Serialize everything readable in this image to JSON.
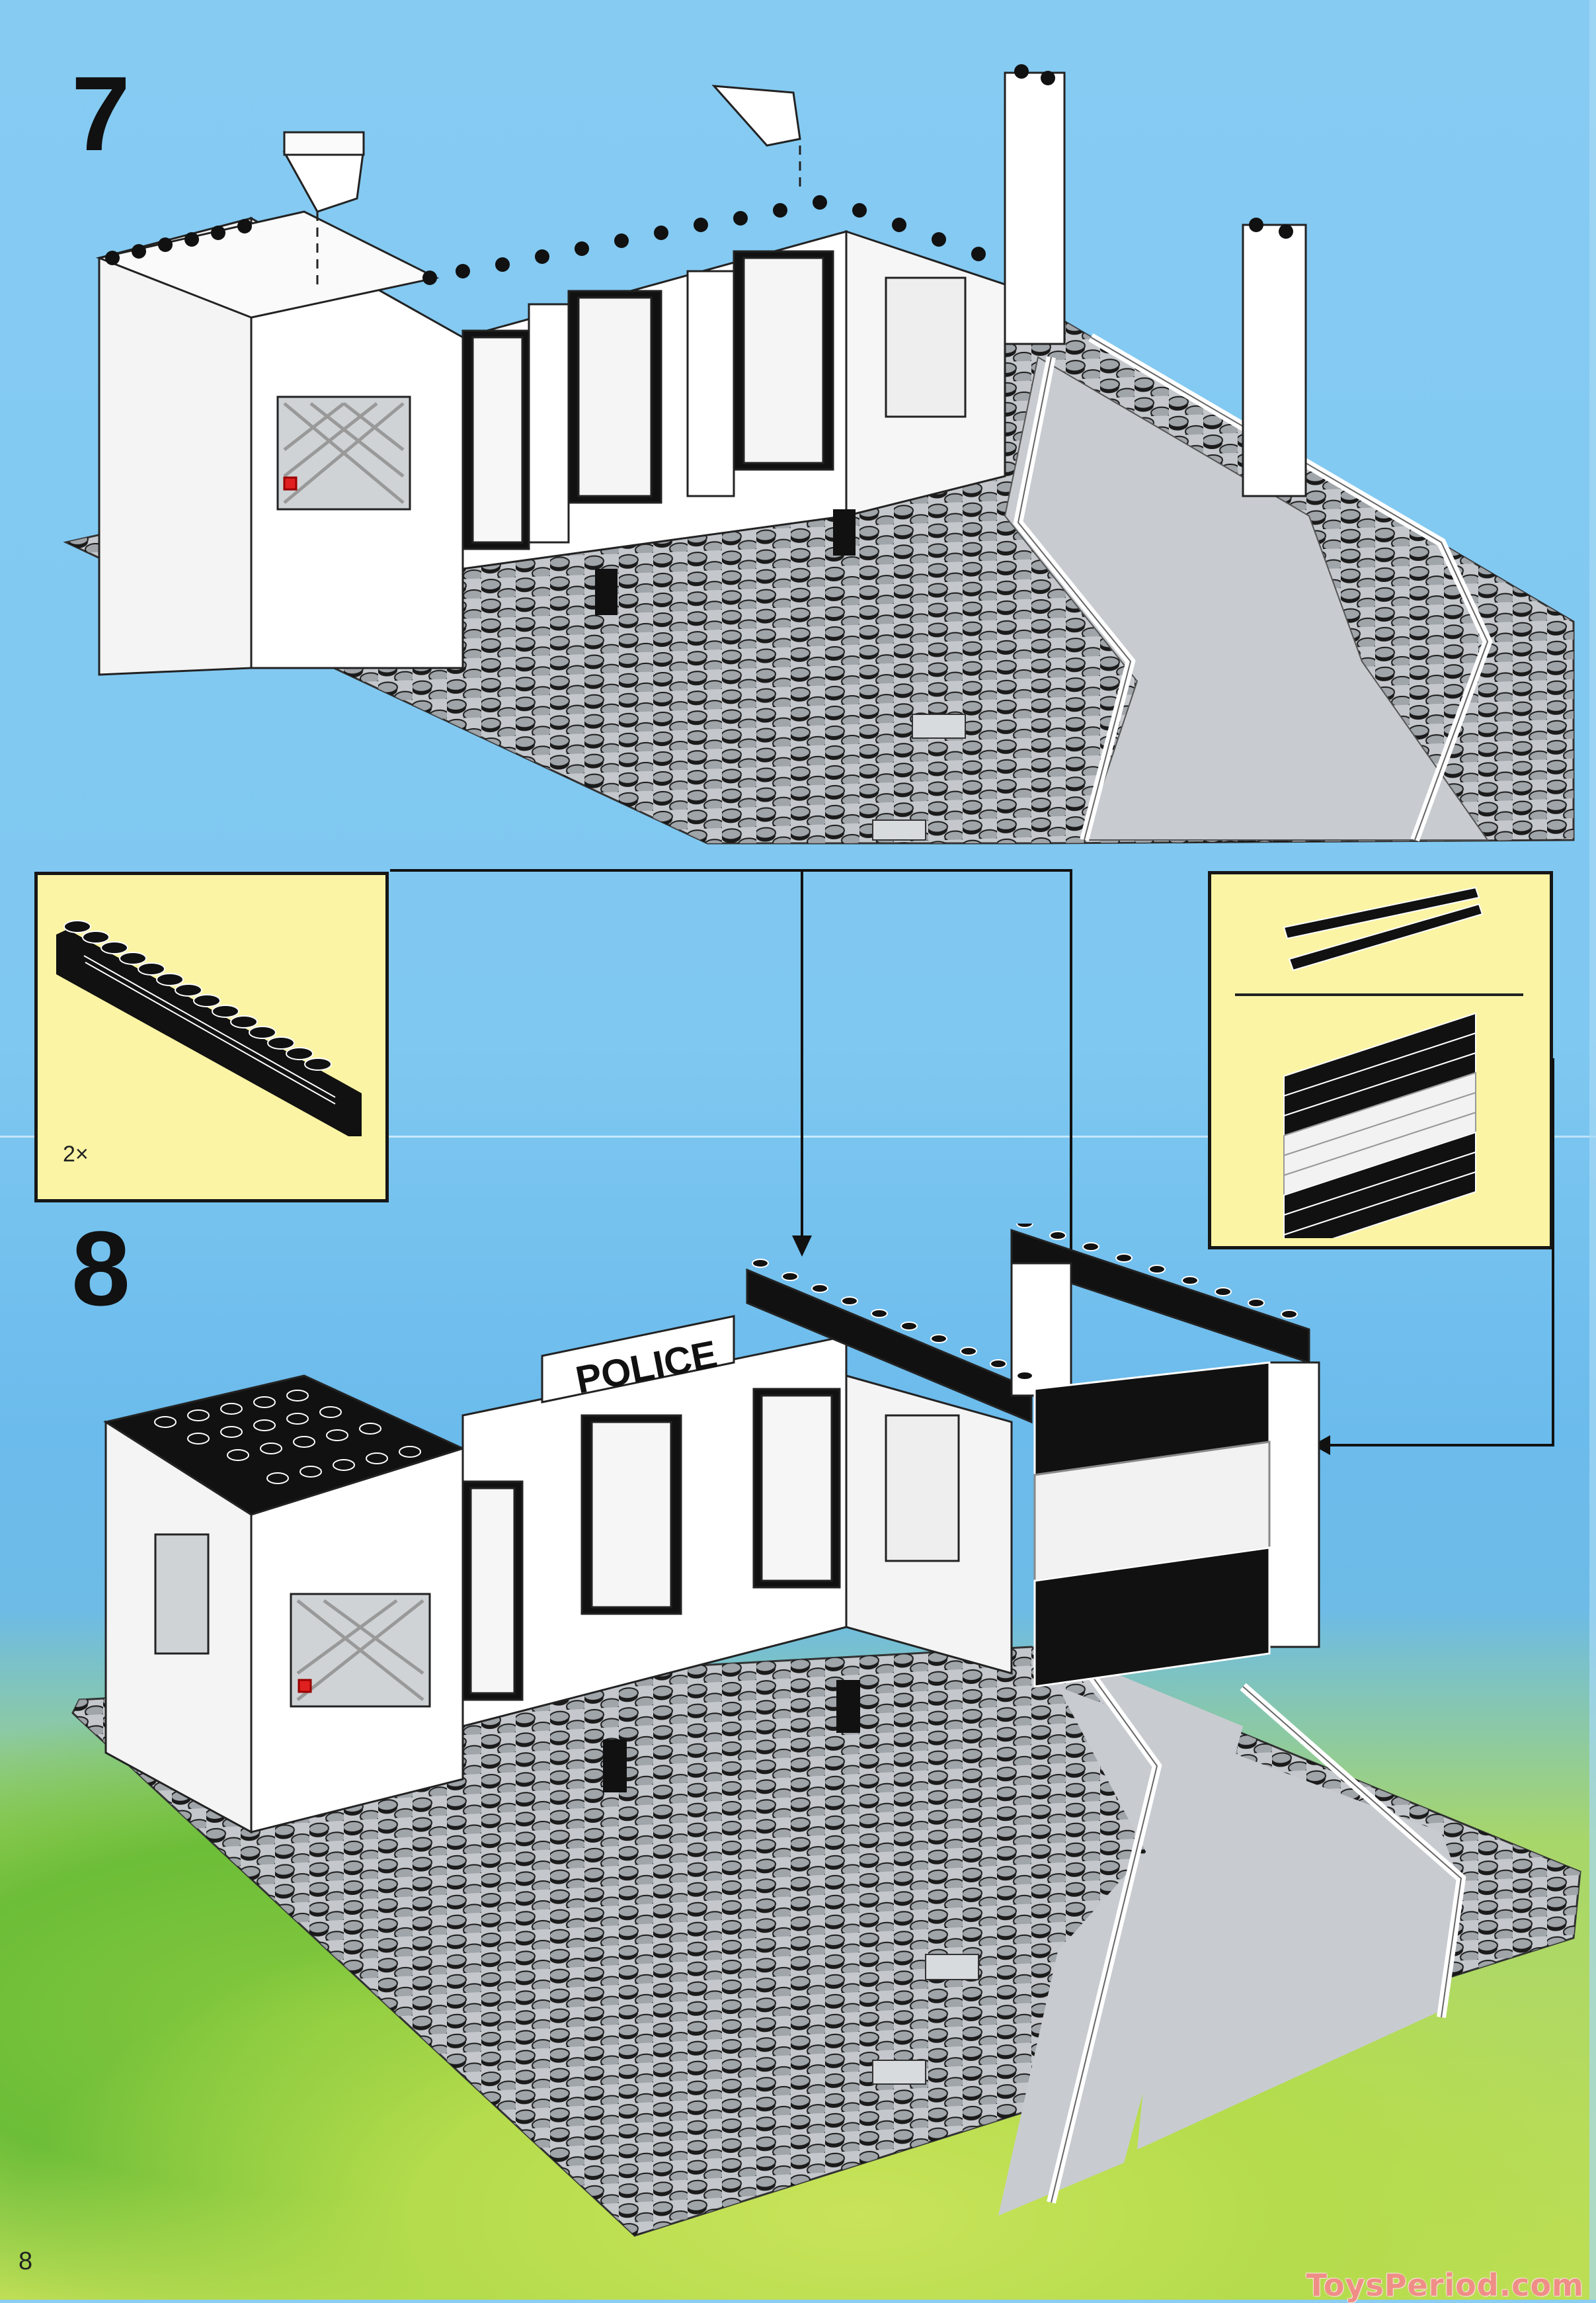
{
  "page": {
    "page_number": "8",
    "watermark": "ToysPeriod.com",
    "colors": {
      "sky_blue": "#8ccdf2",
      "callout_yellow": "#fbf4a4",
      "baseplate_gray": "#bfc4c8",
      "brick_white": "#ffffff",
      "brick_black": "#111111",
      "grass_green": "#8fcc44",
      "watermark_pink": "#ef8e86",
      "accent_red": "#e02020"
    }
  },
  "steps": [
    {
      "number": "7",
      "description": "Police station walls on gray road baseplate; two white slope bricks placed on top of walls; two white pillars by the driveway",
      "parts_shown": [
        "white slope brick",
        "white slope brick (inverted)"
      ]
    },
    {
      "number": "8",
      "description": "Black 1x16 arch bricks placed across walls, black roof plate on left room, garage door assembled and inserted; POLICE sign above entrance",
      "sign_text": "POLICE",
      "parts_shown": [
        "black brick 1x16 with groove",
        "garage door sections"
      ]
    }
  ],
  "callouts": {
    "left": {
      "part": "black brick 1x16 with groove",
      "quantity": "2×"
    },
    "right": {
      "part": "garage door assembly",
      "sub_steps": [
        "hinge two door sections",
        "stack 9 sections: 3 black, 3 white, 3 black"
      ]
    }
  },
  "arrows": [
    {
      "from": "callout-left",
      "to": "step8-front-beam"
    },
    {
      "from": "callout-left",
      "to": "step8-back-beam"
    },
    {
      "from": "callout-right",
      "to": "step8-garage-door"
    }
  ]
}
